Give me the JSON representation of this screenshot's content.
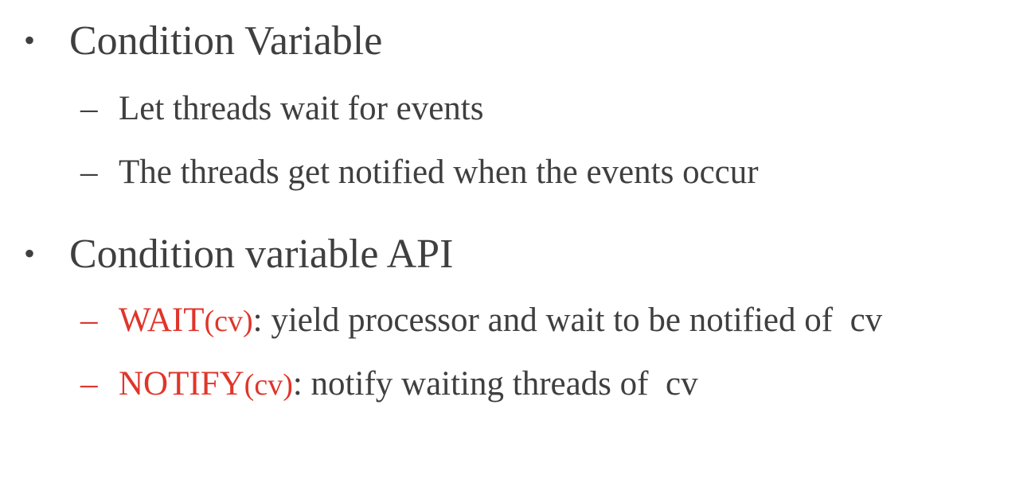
{
  "slide": {
    "bullets": [
      {
        "text": "Condition Variable",
        "marker": "•",
        "sub": [
          {
            "marker": "–",
            "text": "Let threads wait for events"
          },
          {
            "marker": "–",
            "text": "The threads get notified when the events occur"
          }
        ]
      },
      {
        "text": "Condition variable API",
        "marker": "•",
        "sub": [
          {
            "marker": "–",
            "keyword": "WAIT",
            "arg": "(cv)",
            "text": ": yield processor and wait to be notified of  cv"
          },
          {
            "marker": "–",
            "keyword": "NOTIFY",
            "arg": "(cv)",
            "text": ": notify waiting threads of  cv"
          }
        ]
      }
    ]
  },
  "colors": {
    "text": "#3f3f3f",
    "accent": "#e0352b",
    "background": "#ffffff"
  }
}
